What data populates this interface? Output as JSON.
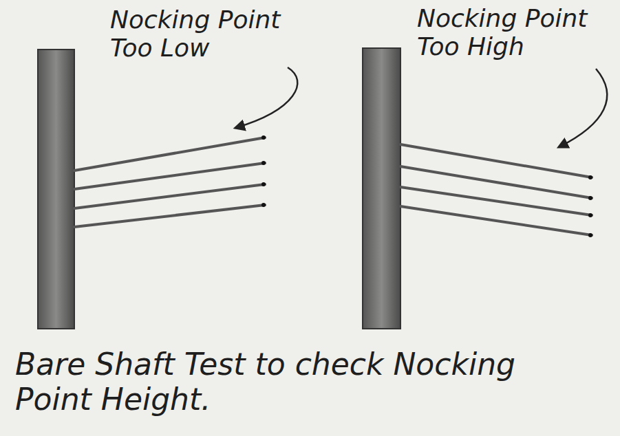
{
  "diagram": {
    "caption": "Bare Shaft Test to check Nocking Point Height.",
    "labels": [
      "Nocking Point Too Low",
      "Nocking Point Too High"
    ]
  }
}
